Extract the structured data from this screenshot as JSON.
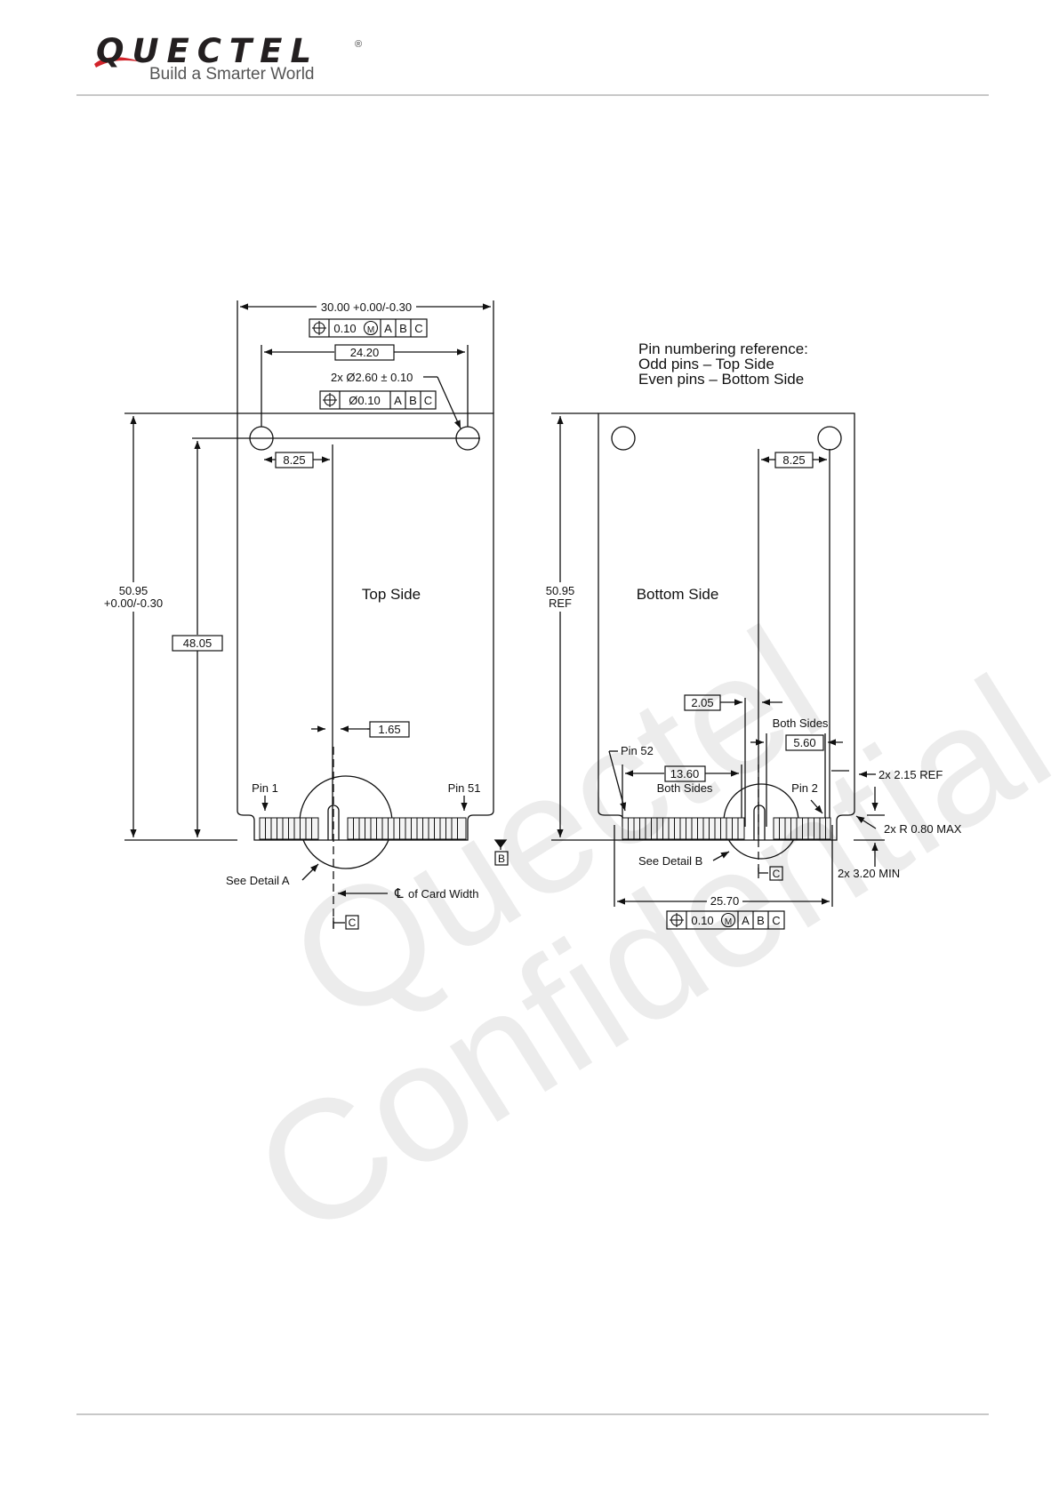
{
  "header": {
    "logo_text": "QUECTEL",
    "logo_registered": "®",
    "tagline": "Build a Smarter World"
  },
  "watermark": {
    "line1": "Quectel",
    "line2": "Confidential"
  },
  "drawing": {
    "top_view": {
      "overall_width": "30.00 +0.00/-0.30",
      "width_tolerance": {
        "symbol": "⊕",
        "value": "0.10",
        "modifier": "M",
        "datums": [
          "A",
          "B",
          "C"
        ]
      },
      "hole_spacing": "24.20",
      "hole_callout": "2x Ø2.60 ± 0.10",
      "hole_tolerance": {
        "symbol": "⊕",
        "value": "Ø0.10",
        "datums": [
          "A",
          "B",
          "C"
        ]
      },
      "hole_offset": "8.25",
      "overall_length_line1": "50.95",
      "overall_length_line2": "+0.00/-0.30",
      "hole_to_edge": "48.05",
      "side_label": "Top Side",
      "slot_offset": "1.65",
      "pin_first": "Pin 1",
      "pin_last": "Pin 51",
      "detail_label": "See Detail A",
      "centerline_label": "of Card Width",
      "datum_b": "B",
      "datum_c": "C"
    },
    "bottom_view": {
      "ref_title": "Pin numbering reference:",
      "ref_odd": "Odd pins – Top Side",
      "ref_even": "Even pins  – Bottom Side",
      "hole_offset": "8.25",
      "overall_length_line1": "50.95",
      "overall_length_line2": "REF",
      "side_label": "Bottom Side",
      "slot_offset": "2.05",
      "both_sides_1": "Both Sides",
      "pad_width": "5.60",
      "pin_first": "Pin 52",
      "pin_last": "Pin 2",
      "pad_span": "13.60",
      "both_sides_2": "Both Sides",
      "chamfer_ref": "2x 2.15 REF",
      "corner_radius": "2x R 0.80 MAX",
      "edge_min": "2x 3.20 MIN",
      "detail_label": "See Detail B",
      "datum_c": "C",
      "connector_width": "25.70",
      "connector_tolerance": {
        "symbol": "⊕",
        "value": "0.10",
        "modifier": "M",
        "datums": [
          "A",
          "B",
          "C"
        ]
      }
    }
  }
}
